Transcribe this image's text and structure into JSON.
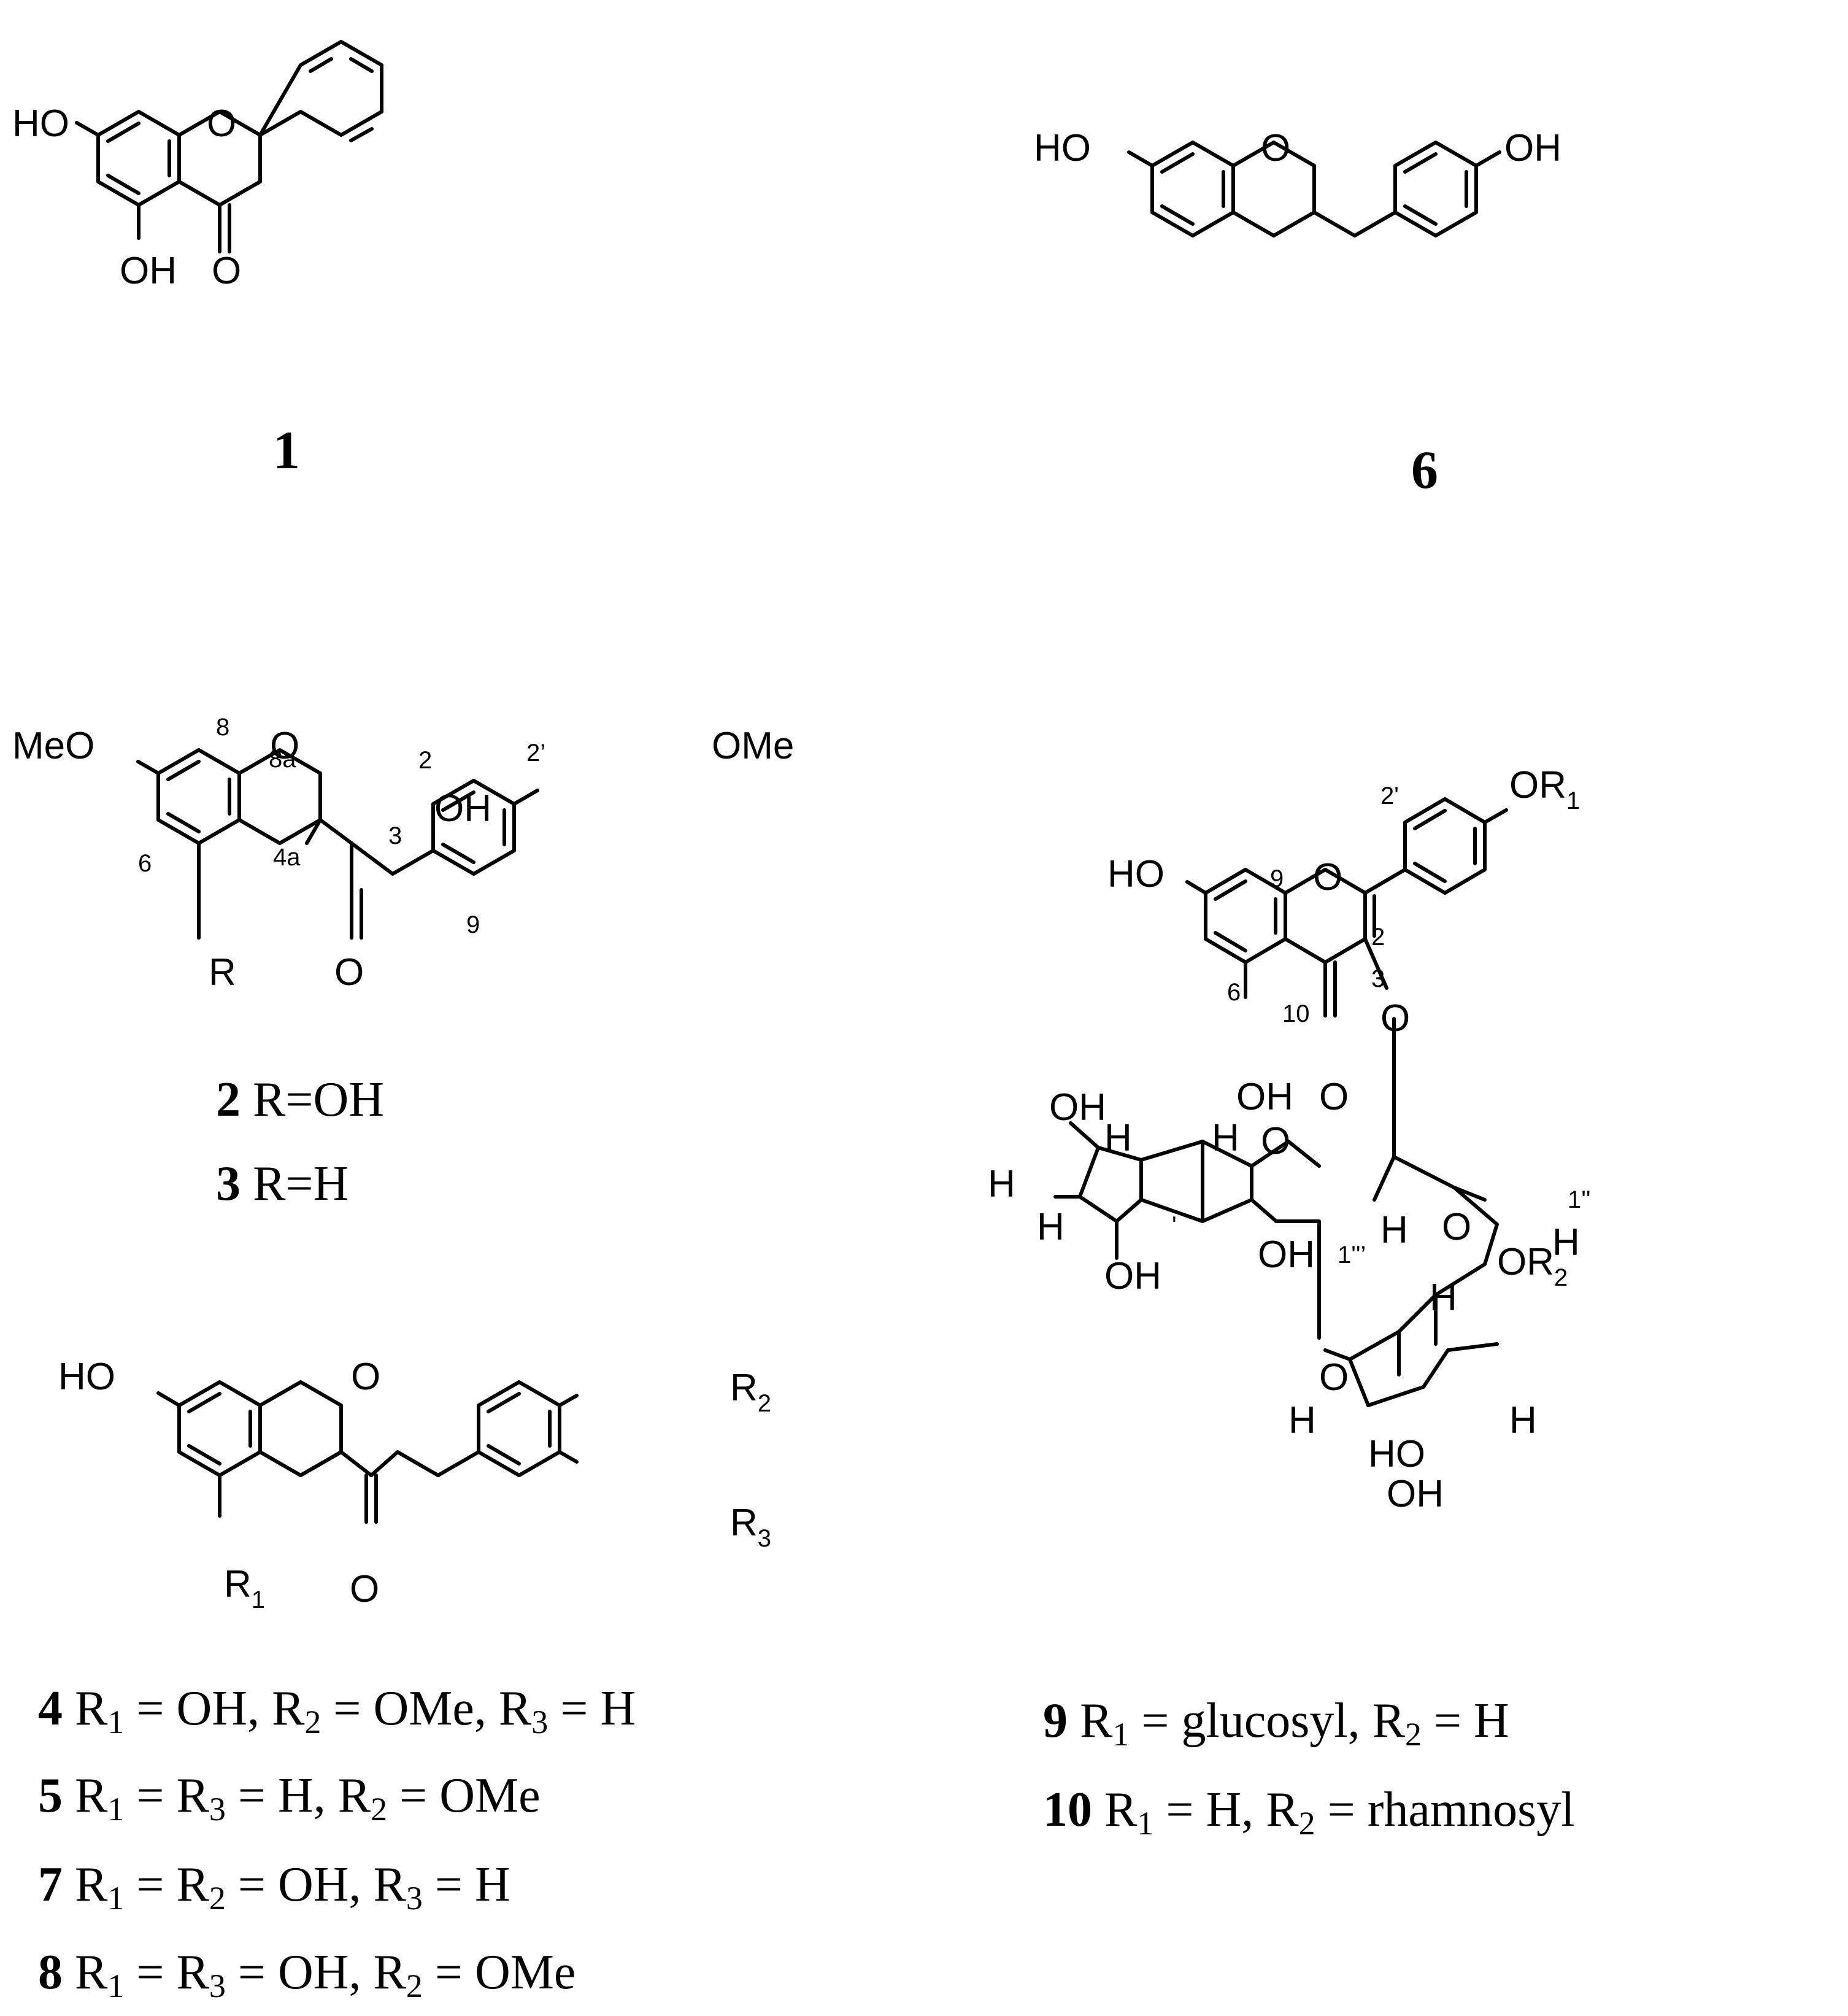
{
  "compounds": {
    "c1": {
      "id": "1",
      "labels": [
        "HO",
        "O",
        "OH",
        "O"
      ]
    },
    "c6": {
      "id": "6",
      "labels": [
        "HO",
        "O",
        "OH"
      ]
    },
    "c2_3": {
      "labels": [
        "MeO",
        "O",
        "OH",
        "OMe",
        "R",
        "O"
      ],
      "numbers": [
        "8",
        "8a",
        "2",
        "2’",
        "3",
        "6",
        "4a",
        "9"
      ],
      "captions": [
        {
          "id": "2",
          "text": " R=OH"
        },
        {
          "id": "3",
          "text": " R=H"
        }
      ]
    },
    "c4_8": {
      "labels": [
        "HO",
        "O",
        "O",
        "R",
        "1",
        "R",
        "2",
        "R",
        "3"
      ],
      "captions": [
        {
          "id": "4",
          "t1": " R",
          "s1": "1",
          "t2": " = OH, R",
          "s2": "2",
          "t3": " = OMe, R",
          "s3": "3",
          "t4": " = H"
        },
        {
          "id": "5",
          "t1": " R",
          "s1": "1",
          "t2": " = R",
          "s2": "3",
          "t3": " = H, R",
          "s3": "2",
          "t4": " = OMe"
        },
        {
          "id": "7",
          "t1": " R",
          "s1": "1",
          "t2": " = R",
          "s2": "2",
          "t3": " = OH, R",
          "s3": "3",
          "t4": " = H"
        },
        {
          "id": "8",
          "t1": " R",
          "s1": "1",
          "t2": " = R",
          "s2": "3",
          "t3": " = OH, R",
          "s3": "2",
          "t4": " = OMe"
        }
      ]
    },
    "c9_10": {
      "labels": [
        "HO",
        "O",
        "OR",
        "1",
        "OH",
        "O",
        "O",
        "OH",
        "H",
        "H",
        "H",
        "H",
        "O",
        "OH",
        "OH",
        "O",
        "H",
        "OR",
        "2",
        "H",
        "H",
        "O",
        "H",
        "H",
        "HO",
        "OH"
      ],
      "numbers": [
        "9",
        "2",
        "3",
        "6",
        "10",
        "2'",
        "1''",
        "1''’",
        "'"
      ],
      "captions": [
        {
          "id": "9",
          "t1": " R",
          "s1": "1",
          "t2": " = glucosyl, R",
          "s2": "2",
          "t3": " = H"
        },
        {
          "id": "10",
          "t1": " R",
          "s1": "1",
          "t2": " = H, R",
          "s2": "2",
          "t3": " = rhamnosyl"
        }
      ]
    }
  }
}
